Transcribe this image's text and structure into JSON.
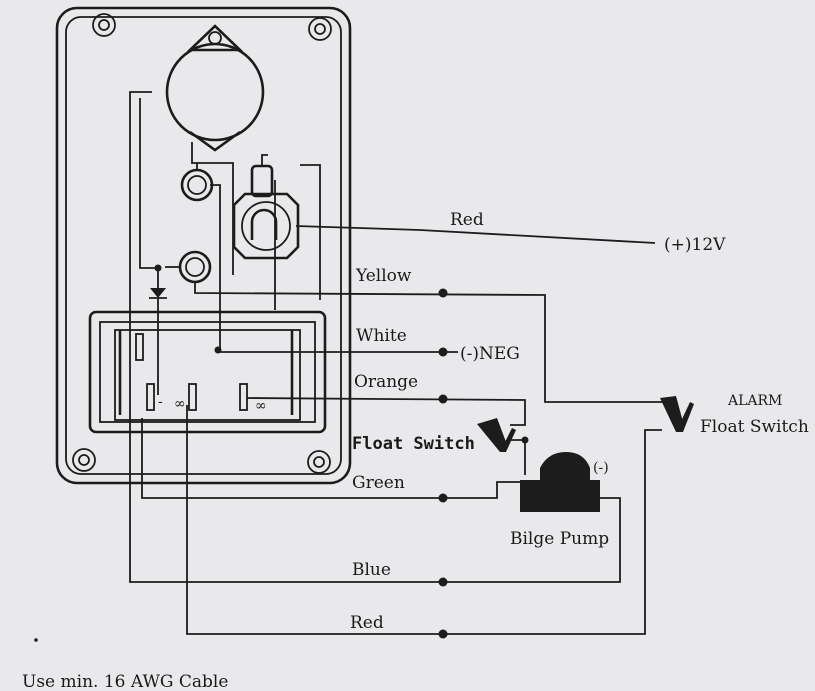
{
  "labels": {
    "red_top": "Red",
    "plus_12v": "(+)12V",
    "yellow": "Yellow",
    "white": "White",
    "neg": "(-)NEG",
    "orange": "Orange",
    "float_switch": "Float Switch",
    "alarm": "ALARM",
    "alarm_float_switch": "Float Switch",
    "green": "Green",
    "pump_neg": "(-)",
    "bilge_pump": "Bilge Pump",
    "blue": "Blue",
    "red_bottom": "Red",
    "footer": "Use min. 16 AWG Cable"
  },
  "colors": {
    "paper": "#e9e9eb",
    "ink": "#1c1c1c"
  }
}
